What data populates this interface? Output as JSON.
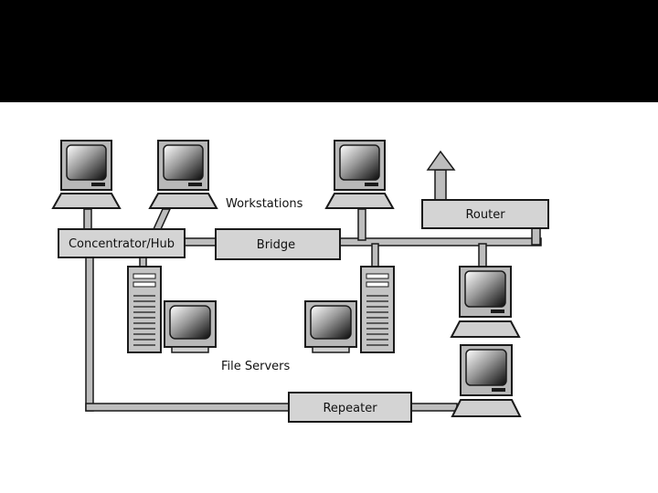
{
  "labels": {
    "workstations": "Workstations",
    "file_servers": "File Servers",
    "concentrator": "Concentrator/Hub",
    "bridge": "Bridge",
    "router": "Router",
    "repeater": "Repeater"
  },
  "colors": {
    "header": "#000000",
    "box_fill": "#d4d4d4",
    "line_fill": "#bdbdbd",
    "outline": "#1a1a1a"
  }
}
